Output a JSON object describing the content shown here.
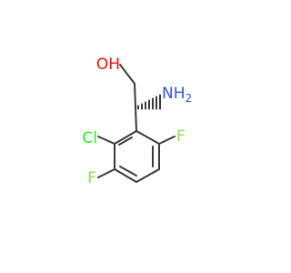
{
  "atoms": {
    "oh": {
      "text": "OH",
      "color": "#ff0d0d"
    },
    "nh": {
      "text": "NH",
      "sub": "2",
      "color": "#3050f8"
    },
    "cl": {
      "text": "Cl",
      "color": "#1ff01f"
    },
    "f_top": {
      "text": "F",
      "color": "#90e050"
    },
    "f_bottom": {
      "text": "F",
      "color": "#90e050"
    }
  },
  "colors": {
    "bond": "#3a3a3a",
    "background": "#ffffff"
  }
}
